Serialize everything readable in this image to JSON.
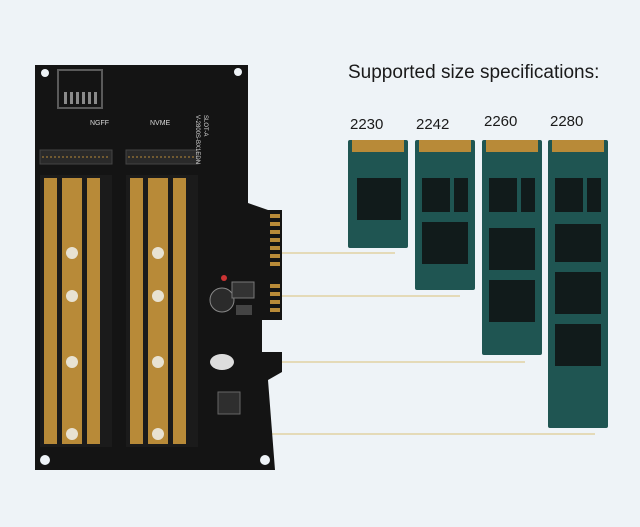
{
  "heading": "Supported size specifications:",
  "sizes": [
    {
      "label": "2230"
    },
    {
      "label": "2242"
    },
    {
      "label": "2260"
    },
    {
      "label": "2280"
    }
  ],
  "board": {
    "slot_left_label": "NGFF",
    "slot_right_label": "NVME",
    "side_text": "SLOT-A",
    "side_text_2": "V-2800S-BX1EDN"
  },
  "colors": {
    "background": "#eef3f7",
    "pcb": "#141414",
    "gold": "#b88a38",
    "ssd": "#1f5552",
    "chip": "#111b1b",
    "guide_line": "#d9c27a"
  }
}
